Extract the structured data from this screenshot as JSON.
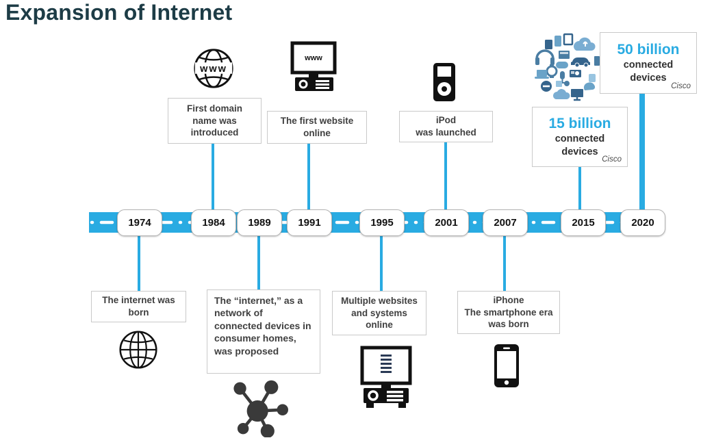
{
  "title": "Expansion of Internet",
  "accent_color": "#29ABE2",
  "title_color": "#1d3c46",
  "timeline": {
    "years": [
      "1974",
      "1984",
      "1989",
      "1991",
      "1995",
      "2001",
      "2007",
      "2015",
      "2020"
    ]
  },
  "events": {
    "y1974": {
      "text": "The internet was born",
      "icon": "globe-icon"
    },
    "y1984": {
      "text": "First domain name was introduced",
      "icon": "www-globe-icon"
    },
    "y1989": {
      "text": "The “internet,” as a network of connected devices in consumer homes, was proposed",
      "icon": "network-hub-icon"
    },
    "y1991": {
      "text": "The first website online",
      "icon": "desktop-www-icon"
    },
    "y1995": {
      "text": "Multiple websites and systems online",
      "icon": "desktop-computer-icon"
    },
    "y2001": {
      "line1": "iPod",
      "line2": "was launched",
      "icon": "ipod-icon"
    },
    "y2007": {
      "line1": "iPhone",
      "line2": "The smartphone era was born",
      "icon": "smartphone-icon"
    },
    "y2015": {
      "value": "15 billion",
      "text": "connected devices",
      "source": "Cisco",
      "icon": "iot-devices-cluster-icon"
    },
    "y2020": {
      "value": "50 billion",
      "text": "connected devices",
      "source": "Cisco"
    }
  },
  "icons": {
    "globe_www_label": "www",
    "screen_www_label": "www"
  }
}
